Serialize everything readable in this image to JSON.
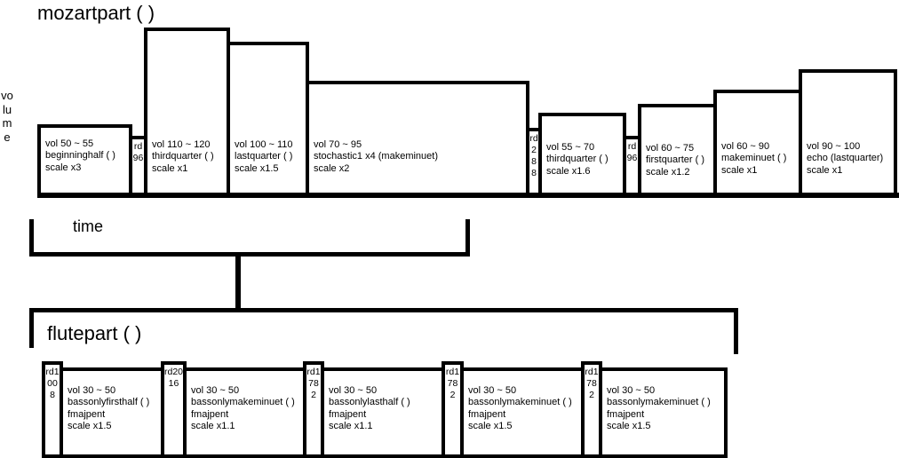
{
  "mozart": {
    "title": "mozartpart ( )",
    "axis_label": "volume",
    "time_label": "time",
    "segments": [
      {
        "kind": "box",
        "text": "vol 50 ~ 55\nbeginninghalf ( )\nscale x3"
      },
      {
        "kind": "rd",
        "text": "rd96"
      },
      {
        "kind": "box",
        "text": "vol 110 ~ 120\nthirdquarter ( )\nscale x1"
      },
      {
        "kind": "box",
        "text": "vol 100 ~ 110\nlastquarter ( )\nscale x1.5"
      },
      {
        "kind": "box",
        "text": "vol 70 ~ 95\nstochastic1 x4 (makeminuet)\nscale x2"
      },
      {
        "kind": "rd",
        "text": "rd288"
      },
      {
        "kind": "box",
        "text": "vol 55 ~ 70\nthirdquarter ( )\nscale x1.6"
      },
      {
        "kind": "rd",
        "text": "rd96"
      },
      {
        "kind": "box",
        "text": "vol 60 ~ 75\nfirstquarter ( )\nscale x1.2"
      },
      {
        "kind": "box",
        "text": "vol 60 ~ 90\nmakeminuet ( )\nscale x1"
      },
      {
        "kind": "box",
        "text": "vol 90 ~ 100\necho (lastquarter)\nscale x1"
      }
    ]
  },
  "flute": {
    "title": "flutepart ( )",
    "segments": [
      {
        "kind": "rd",
        "text": "rd1008"
      },
      {
        "kind": "box",
        "text": "vol 30 ~ 50\nbassonlyfirsthalf ( )\nfmajpent\nscale x1.5"
      },
      {
        "kind": "rd",
        "text": "rd2016"
      },
      {
        "kind": "box",
        "text": "vol 30 ~ 50\nbassonlymakeminuet ( )\nfmajpent\nscale x1.1"
      },
      {
        "kind": "rd",
        "text": "rd1782"
      },
      {
        "kind": "box",
        "text": "vol 30 ~ 50\nbassonlylasthalf ( )\nfmajpent\nscale x1.1"
      },
      {
        "kind": "rd",
        "text": "rd1782"
      },
      {
        "kind": "box",
        "text": "vol 30 ~ 50\nbassonlymakeminuet ( )\nfmajpent\nscale x1.5"
      },
      {
        "kind": "rd",
        "text": "rd1782"
      },
      {
        "kind": "box",
        "text": "vol 30 ~ 50\nbassonlymakeminuet ( )\nfmajpent\nscale x1.5"
      }
    ]
  }
}
